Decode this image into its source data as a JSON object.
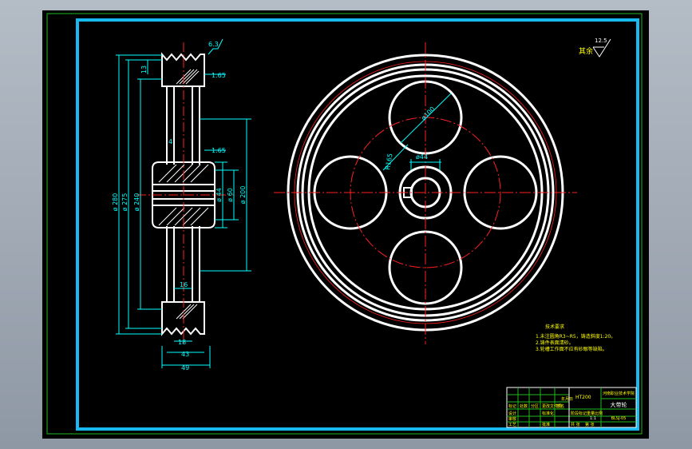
{
  "colors": {
    "background": "#000000",
    "frame_outer": "#1fb81f",
    "frame_border": "#18b8f0",
    "part_outline": "#ffffff",
    "dimension": "#00ffff",
    "center_line": "#ff2020",
    "annotation": "#ffff00",
    "hatch": "#ffffff"
  },
  "side_view": {
    "dimensions": {
      "d_outer": "ø 280",
      "d_pitch": "ø 275",
      "d_inner": "ø 240",
      "d_hub": "ø 60",
      "d_shaft": "ø 44",
      "d_bore": "ø 200",
      "groove_top": "13",
      "thick1": "1.65",
      "thick2": "1.65",
      "hub_len": "16",
      "w1": "18",
      "w2": "43",
      "w_total": "49",
      "keyway": "4"
    },
    "roughness_top": "6.3"
  },
  "front_view": {
    "hole_dim": "ø100",
    "bolt_circle": "R165",
    "bore_dim": "ø44"
  },
  "roughness_corner": {
    "label": "其余",
    "value": "12.5"
  },
  "notes": {
    "title": "技术要求",
    "lines": [
      "1.未注圆角R3~R5，铸造斜度1:20。",
      "2.铸件表面清砂。",
      "3.轮槽工作面不应有砂眼等缺陷。"
    ]
  },
  "title_block": {
    "school": "河南职业技术学院",
    "part_name": "大带轮",
    "material": "HT200",
    "scale": "1:1",
    "drawing_no": "BLSJ-05",
    "row_labels": [
      "标记",
      "处数",
      "分区",
      "更改文件号",
      "签名",
      "年月日"
    ],
    "design_row": [
      "设计",
      "标准化",
      "阶段标记",
      "重量",
      "比例"
    ],
    "bottom_row": [
      "审核",
      "工艺",
      "批准",
      "共 张",
      "第 张"
    ]
  }
}
